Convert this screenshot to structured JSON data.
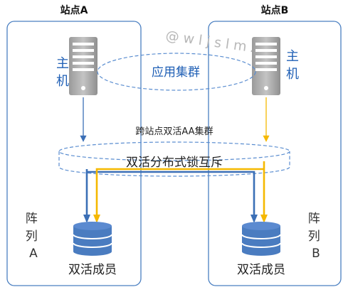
{
  "site_a": {
    "title": "站点A",
    "host_label": "主机",
    "array_label": "阵列A",
    "member_label": "双活成员"
  },
  "site_b": {
    "title": "站点B",
    "host_label": "主机",
    "array_label": "阵列B",
    "member_label": "双活成员"
  },
  "app_cluster_label": "应用集群",
  "cross_site_label": "跨站点双活AA集群",
  "lock_label": "双活分布式锁互斥",
  "watermark": "@wljslmz",
  "colors": {
    "site_border": "#4a7fc1",
    "blue_path": "#3b6fb6",
    "gold_path": "#f5b800",
    "disk": "#4a7cc0",
    "ellipse_border": "#5a8dd0"
  }
}
